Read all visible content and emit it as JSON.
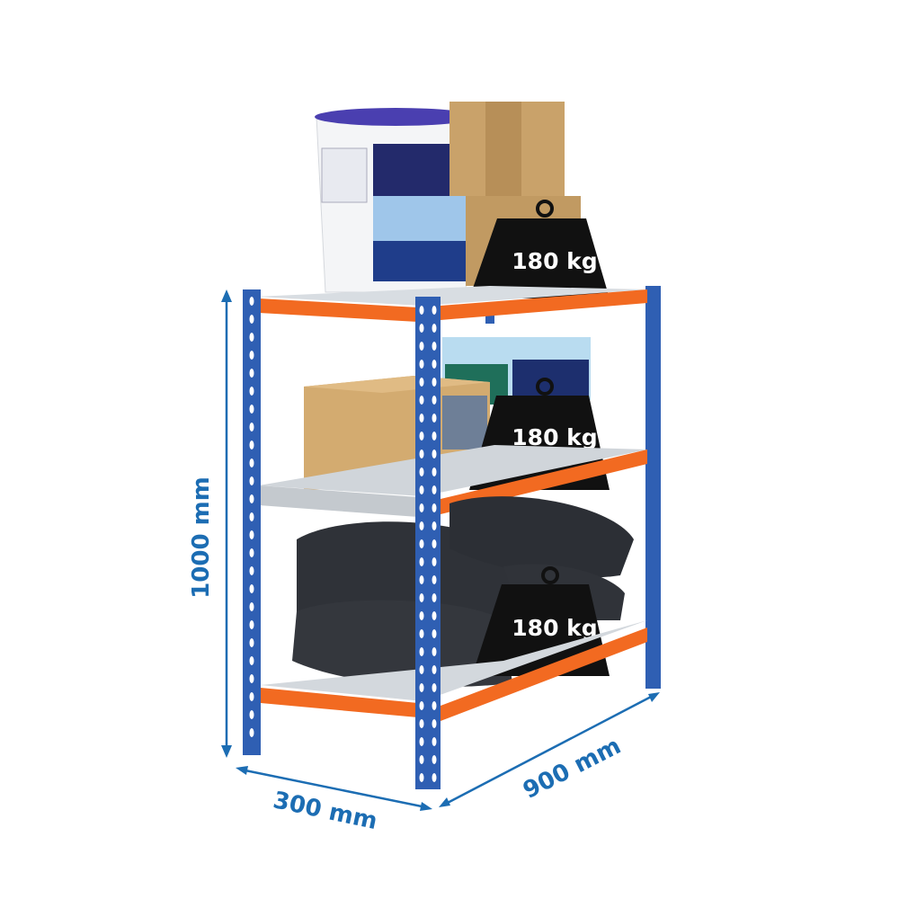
{
  "colors": {
    "upright": "#2f5fb3",
    "beam": "#f26a21",
    "shelf": "#c9ced3",
    "weight": "#111111",
    "dimension": "#1c6db3"
  },
  "dimensions": {
    "height": "1000 mm",
    "depth": "300 mm",
    "width": "900 mm"
  },
  "weights": [
    {
      "label": "180 kg"
    },
    {
      "label": "180 kg"
    },
    {
      "label": "180 kg"
    }
  ]
}
